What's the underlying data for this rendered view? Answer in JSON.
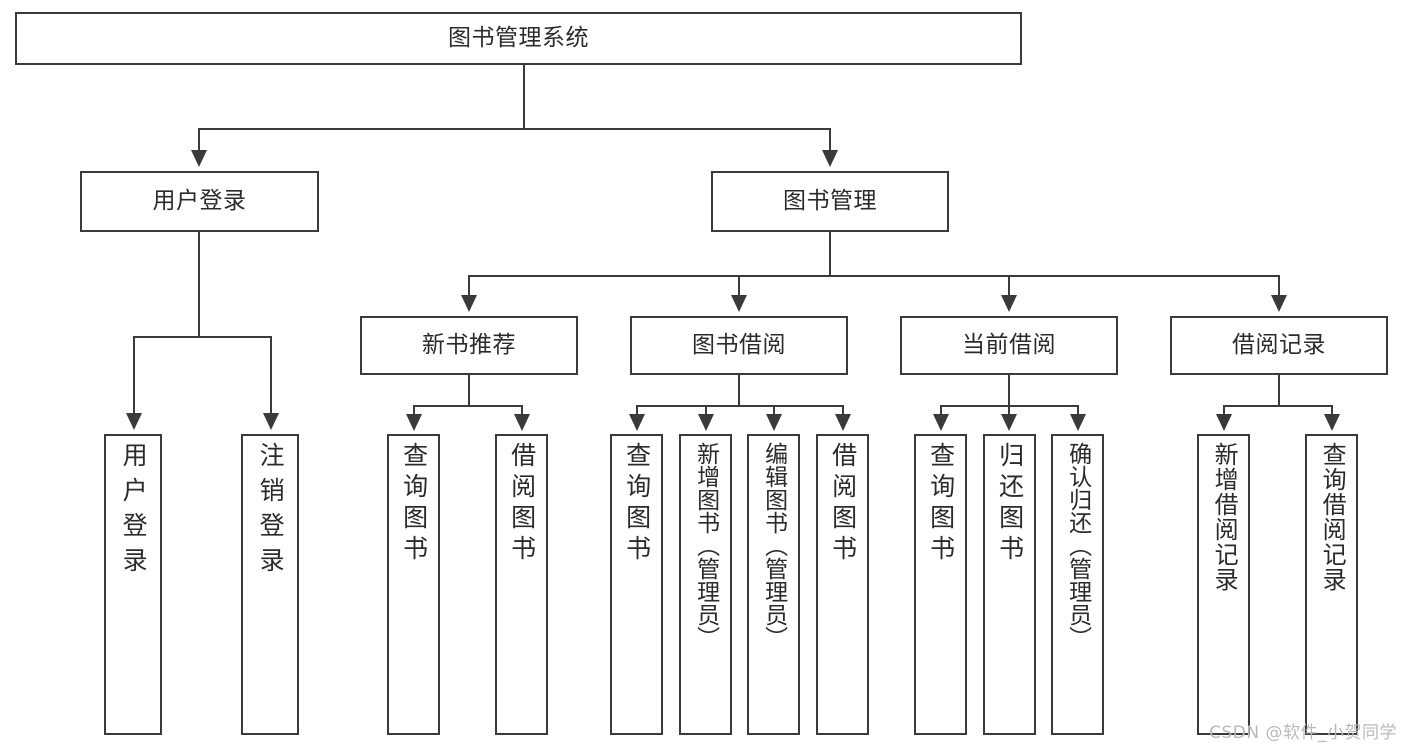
{
  "diagram": {
    "title": "图书管理系统",
    "type": "hierarchy-tree",
    "root": {
      "label": "图书管理系统"
    },
    "level2": [
      {
        "label": "用户登录"
      },
      {
        "label": "图书管理"
      }
    ],
    "level3": [
      {
        "label": "新书推荐"
      },
      {
        "label": "图书借阅"
      },
      {
        "label": "当前借阅"
      },
      {
        "label": "借阅记录"
      }
    ],
    "leaves": {
      "user_login": [
        {
          "label": "用户登录"
        },
        {
          "label": "注销登录"
        }
      ],
      "new_book_recommend": [
        {
          "label": "查询图书"
        },
        {
          "label": "借阅图书"
        }
      ],
      "book_borrow": [
        {
          "label": "查询图书"
        },
        {
          "label": "新增图书（管理员）"
        },
        {
          "label": "编辑图书（管理员）"
        },
        {
          "label": "借阅图书"
        }
      ],
      "current_borrow": [
        {
          "label": "查询图书"
        },
        {
          "label": "归还图书"
        },
        {
          "label": "确认归还（管理员）"
        }
      ],
      "borrow_record": [
        {
          "label": "新增借阅记录"
        },
        {
          "label": "查询借阅记录"
        }
      ]
    }
  },
  "watermark": {
    "text": "CSDN @软件_小贺同学"
  },
  "colors": {
    "stroke": "#3a3a3a",
    "fill": "#ffffff",
    "text": "#2b2b2b",
    "watermark": "#b9b9b9"
  }
}
